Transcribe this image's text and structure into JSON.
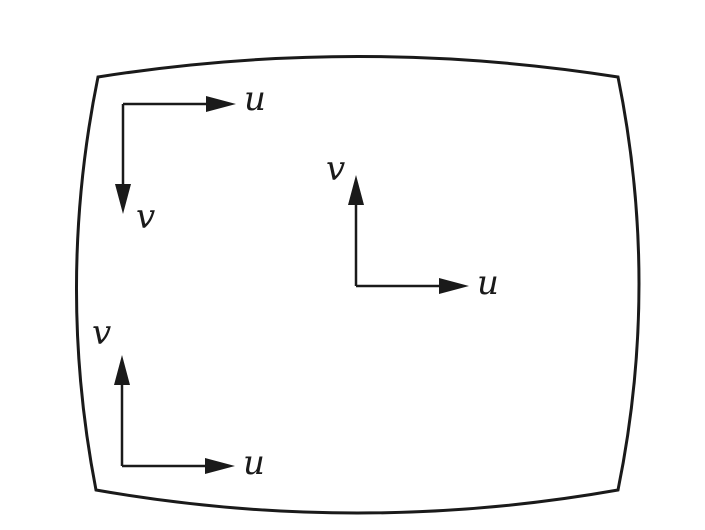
{
  "diagram": {
    "frame_color": "#1a1a1a",
    "background_color": "#ffffff",
    "systems": [
      {
        "u_label": "u",
        "v_label": "v"
      },
      {
        "u_label": "u",
        "v_label": "v"
      },
      {
        "u_label": "u",
        "v_label": "v"
      }
    ]
  }
}
